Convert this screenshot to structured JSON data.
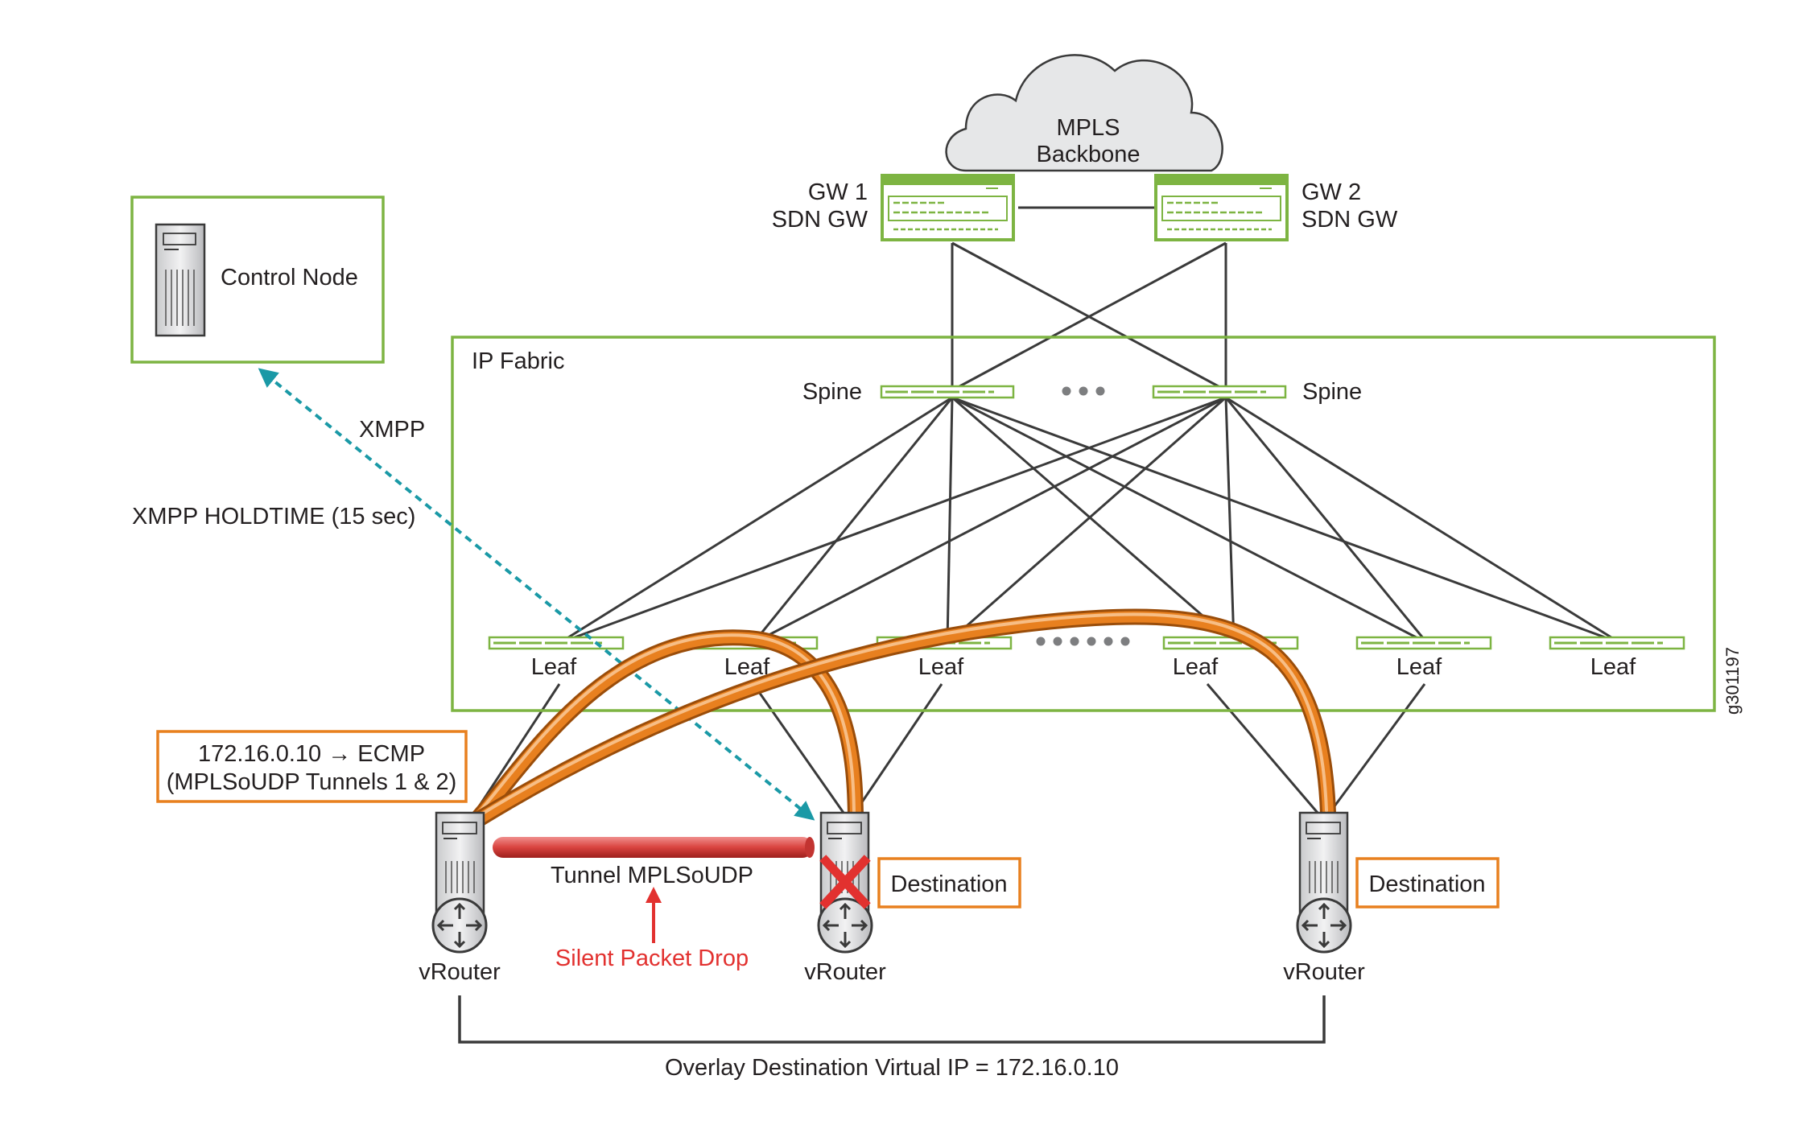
{
  "cloud": {
    "line1": "MPLS",
    "line2": "Backbone"
  },
  "gateways": [
    {
      "name": "GW 1",
      "role": "SDN GW"
    },
    {
      "name": "GW 2",
      "role": "SDN GW"
    }
  ],
  "control_node": {
    "label": "Control Node"
  },
  "fabric": {
    "label": "IP Fabric"
  },
  "spines": [
    {
      "label": "Spine"
    },
    {
      "label": "Spine"
    }
  ],
  "leaves": [
    {
      "label": "Leaf"
    },
    {
      "label": "Leaf"
    },
    {
      "label": "Leaf"
    },
    {
      "label": "Leaf"
    },
    {
      "label": "Leaf"
    },
    {
      "label": "Leaf"
    }
  ],
  "xmpp": {
    "label": "XMPP",
    "holdtime": "XMPP HOLDTIME (15 sec)"
  },
  "ecmp": {
    "line1": "172.16.0.10 → ECMP",
    "line2": "(MPLSoUDP Tunnels 1 & 2)"
  },
  "vrouters": [
    {
      "label": "vRouter"
    },
    {
      "label": "vRouter"
    },
    {
      "label": "vRouter"
    }
  ],
  "destinations": [
    {
      "label": "Destination"
    },
    {
      "label": "Destination"
    }
  ],
  "tunnel": {
    "label": "Tunnel MPLSoUDP"
  },
  "drop": {
    "label": "Silent Packet Drop"
  },
  "overlay": {
    "label": "Overlay Destination Virtual IP = 172.16.0.10"
  },
  "figure_id": "g301197",
  "colors": {
    "green": "#7db442",
    "orange": "#e8801f",
    "teal": "#1a99a6",
    "red": "#e2312f",
    "line": "#3a3a3a",
    "cloud": "#e6e7e8"
  }
}
